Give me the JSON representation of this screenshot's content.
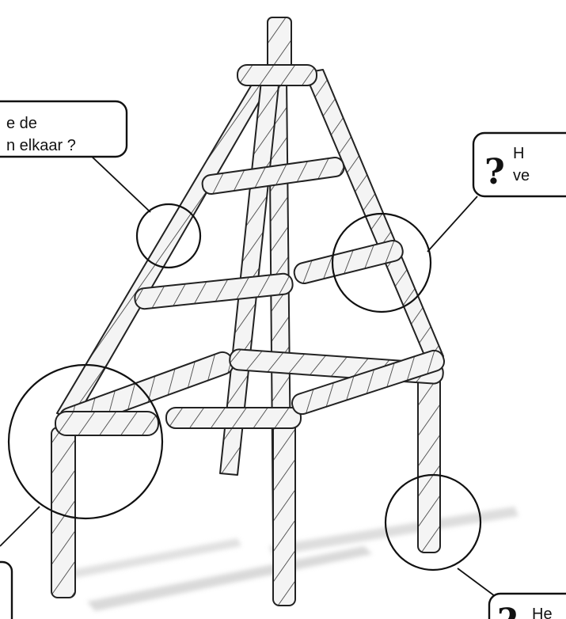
{
  "callouts": {
    "top_left": {
      "line1": "e de",
      "line2": "n elkaar ?"
    },
    "top_right": {
      "icon": "question-mark-icon",
      "line1": "H",
      "line2": "ve"
    },
    "bottom_right": {
      "icon": "question-mark-icon",
      "text": "He"
    }
  },
  "colors": {
    "pole_fill": "#f4f4f4",
    "pole_shade": "#b8b8b8",
    "ink": "#222222",
    "ground_shadow": "#c9c9c9"
  }
}
